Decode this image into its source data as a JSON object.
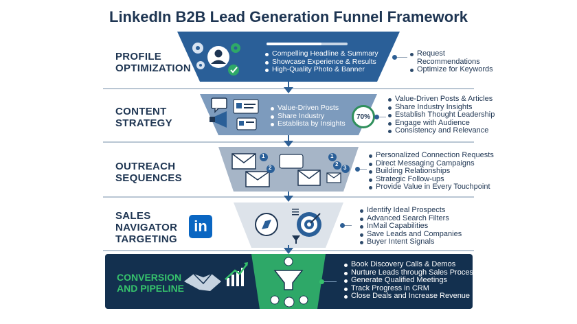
{
  "title": "LinkedIn B2B Lead Generation Funnel Framework",
  "colors": {
    "stage1": "#2a5f98",
    "stage2": "#7d9bbd",
    "stage3": "#a6b5c7",
    "stage4": "#dde3ea",
    "stage5": "#2ea868",
    "navy": "#13304f",
    "accent_green": "#36c26c"
  },
  "stages": [
    {
      "label": "PROFILE\nOPTIMIZATION",
      "inner_bullets": [
        "Compelling Headline & Summary",
        "Showcase Experience & Results",
        "High-Quality Photo & Banner"
      ],
      "outer_bullets": [
        "Request\nRecommendations",
        "Optimize for Keywords"
      ],
      "icons": [
        "gear-icon",
        "user-profile-icon",
        "checkmark-icon",
        "progress-bar-icon"
      ]
    },
    {
      "label": "CONTENT\nSTRATEGY",
      "inner_bullets": [
        "Value-Driven Posts",
        "Share Industry",
        "Establista by Insights"
      ],
      "badge": "70%",
      "outer_bullets": [
        "Value-Driven Posts & Articles",
        "Share Industry Insights",
        "Establish Thought Leadership",
        "Engage with Audience",
        "Consistency and Relevance"
      ],
      "icons": [
        "chat-bubble-icon",
        "megaphone-icon",
        "article-icon"
      ]
    },
    {
      "label": "OUTREACH\nSEQUENCES",
      "outer_bullets": [
        "Personalized Connection Requests",
        "Direct Messaging Campaigns",
        "Building Relationships",
        "Strategic Follow-ups",
        "Provide Value in Every Touchpoint"
      ],
      "step_numbers": [
        "1",
        "2",
        "1",
        "2",
        "3"
      ],
      "icons": [
        "envelope-icon",
        "envelope-icon",
        "envelope-icon",
        "envelope-icon"
      ]
    },
    {
      "label": "SALES\nNAVIGATOR\nTARGETING",
      "logo_text": "in",
      "outer_bullets": [
        "Identify Ideal Prospects",
        "Advanced Search Filters",
        "InMail Capabilities",
        "Save Leads and Companies",
        "Buyer Intent Signals"
      ],
      "icons": [
        "compass-icon",
        "target-icon",
        "filter-icon",
        "list-icon"
      ]
    },
    {
      "label": "CONVERSION\nAND PIPELINE",
      "outer_bullets": [
        "Book Discovery Calls & Demos",
        "Nurture Leads through Sales Process",
        "Generate Qualified Meetings",
        "Track Progress in CRM",
        "Close Deals and Increase Revenue"
      ],
      "icons": [
        "handshake-icon",
        "growth-chart-icon",
        "funnel-icon",
        "money-bag-icon"
      ]
    }
  ]
}
